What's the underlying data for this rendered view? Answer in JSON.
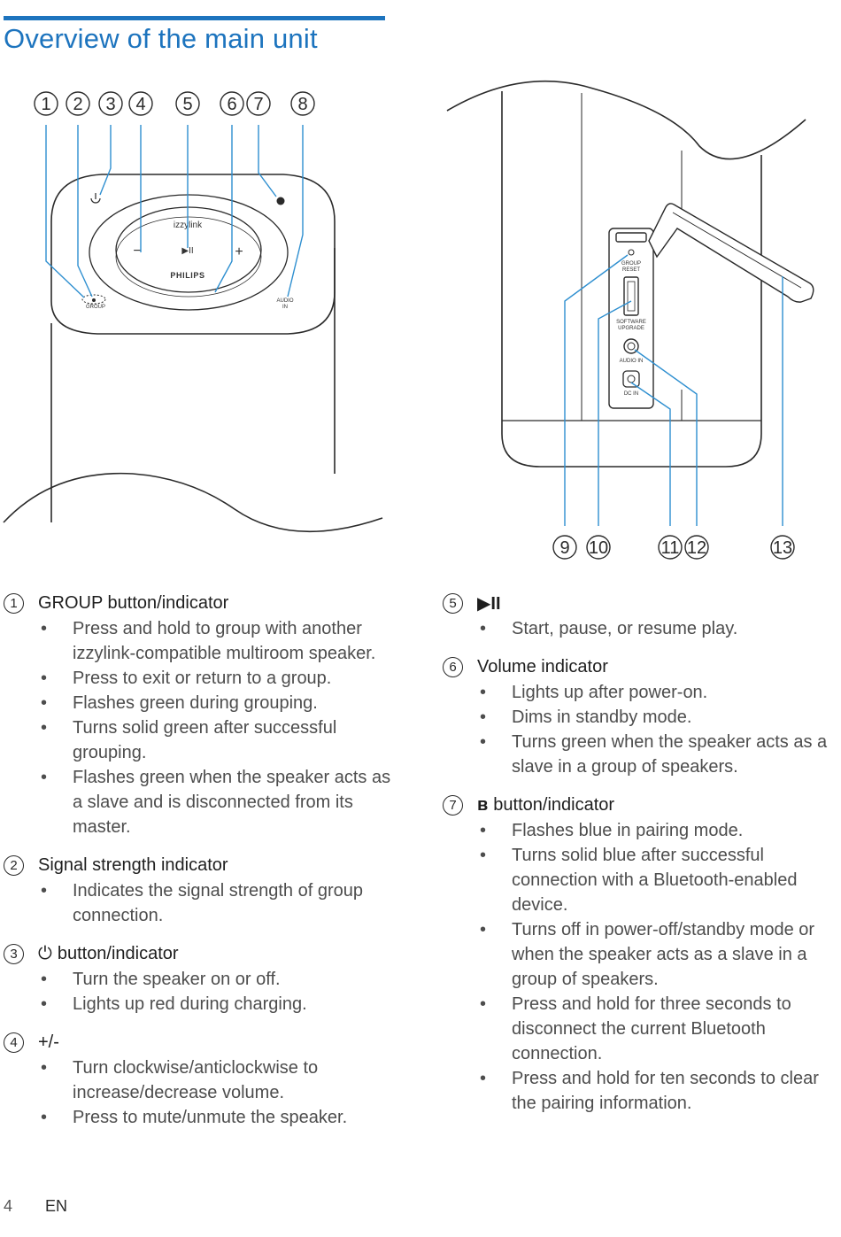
{
  "page": {
    "title": "Overview of the main unit",
    "page_number": "4",
    "language": "EN"
  },
  "figure_left": {
    "callouts": [
      "1",
      "2",
      "3",
      "4",
      "5",
      "6",
      "7",
      "8"
    ],
    "device_labels": {
      "brand": "PHILIPS",
      "logo": "izzylink",
      "play_pause": "▶II",
      "minus": "−",
      "plus": "+",
      "group": "GROUP",
      "audio_in_1": "AUDIO",
      "audio_in_2": "IN"
    }
  },
  "figure_right": {
    "callouts": [
      "9",
      "10",
      "11",
      "12",
      "13"
    ],
    "port_labels": {
      "group_reset_1": "GROUP",
      "group_reset_2": "RESET",
      "software_upgrade_1": "SOFTWARE",
      "software_upgrade_2": "UPGRADE",
      "audio_in": "AUDIO IN",
      "dc_in": "DC IN"
    }
  },
  "items_left": [
    {
      "num": "1",
      "icon": "",
      "title": "GROUP button/indicator",
      "bullets": [
        "Press and hold to group with another izzylink-compatible multiroom speaker.",
        "Press to exit or return to a group.",
        "Flashes green during grouping.",
        "Turns solid green after successful grouping.",
        "Flashes green when the speaker acts as a slave and is disconnected from its master."
      ]
    },
    {
      "num": "2",
      "icon": "",
      "title": "Signal strength indicator",
      "bullets": [
        "Indicates the signal strength of group connection."
      ]
    },
    {
      "num": "3",
      "icon": "⏻",
      "title": "button/indicator",
      "bullets": [
        "Turn the speaker on or off.",
        "Lights up red during charging."
      ]
    },
    {
      "num": "4",
      "icon": "",
      "title": "+/-",
      "bullets": [
        "Turn clockwise/anticlockwise to increase/decrease volume.",
        "Press to mute/unmute the speaker."
      ]
    }
  ],
  "items_right": [
    {
      "num": "5",
      "icon": "",
      "title": "▶II",
      "bullets": [
        "Start, pause, or resume play."
      ]
    },
    {
      "num": "6",
      "icon": "",
      "title": "Volume indicator",
      "bullets": [
        "Lights up after power-on.",
        "Dims in standby mode.",
        "Turns green when the speaker acts as a slave in a group of speakers."
      ]
    },
    {
      "num": "7",
      "icon": "ʙ",
      "title": "button/indicator",
      "bullets": [
        "Flashes blue in pairing mode.",
        "Turns solid blue after successful connection with a Bluetooth-enabled device.",
        "Turns off in power-off/standby mode or when the speaker acts as a slave in a group of speakers.",
        "Press and hold for three seconds to disconnect the current Bluetooth connection.",
        "Press and hold for ten seconds to clear the pairing information."
      ]
    }
  ],
  "colors": {
    "accent": "#1d74be",
    "callout_line": "#2e8fd0"
  }
}
